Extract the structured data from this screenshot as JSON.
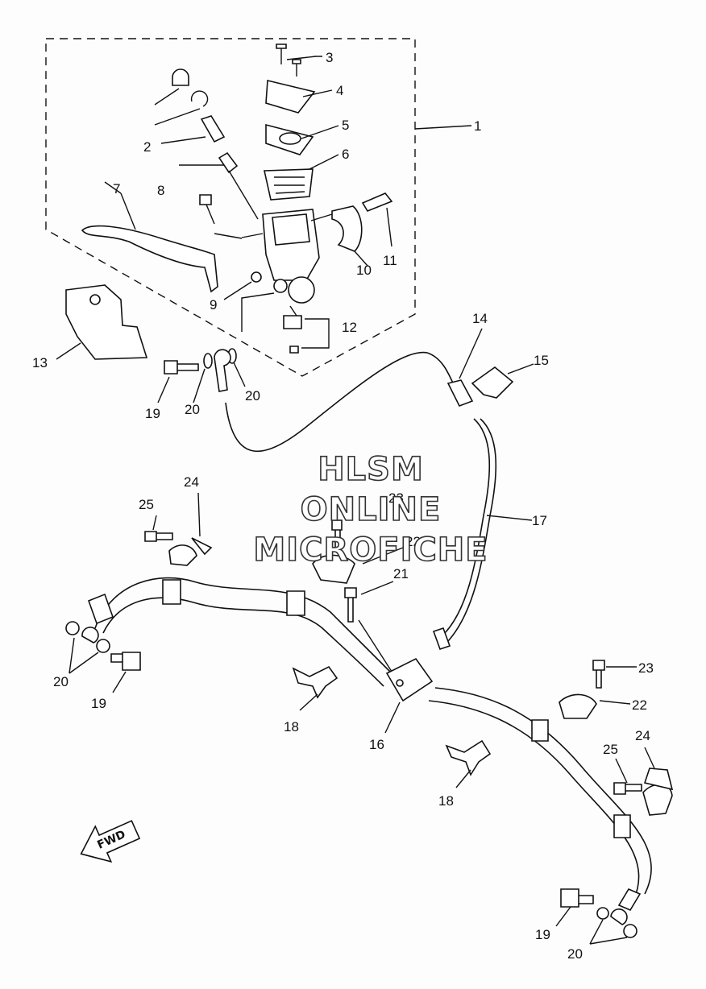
{
  "labels": {
    "p1": "1",
    "p2": "2",
    "p3": "3",
    "p4": "4",
    "p5": "5",
    "p6": "6",
    "p7": "7",
    "p8": "8",
    "p9": "9",
    "p10": "10",
    "p11": "11",
    "p12": "12",
    "p13": "13",
    "p14": "14",
    "p15": "15",
    "p16": "16",
    "p17": "17",
    "p18a": "18",
    "p18b": "18",
    "p19a": "19",
    "p19b": "19",
    "p19c": "19",
    "p20a": "20",
    "p20b": "20",
    "p20c": "20",
    "p20d": "20",
    "p21": "21",
    "p22a": "22",
    "p22b": "22",
    "p23a": "23",
    "p23b": "23",
    "p24a": "24",
    "p24b": "24",
    "p25a": "25",
    "p25b": "25"
  },
  "watermark": {
    "line1": "HLSM",
    "line2": "ONLINE",
    "line3": "MICROFICHE"
  },
  "fwd_arrow": {
    "text": "FWD"
  }
}
